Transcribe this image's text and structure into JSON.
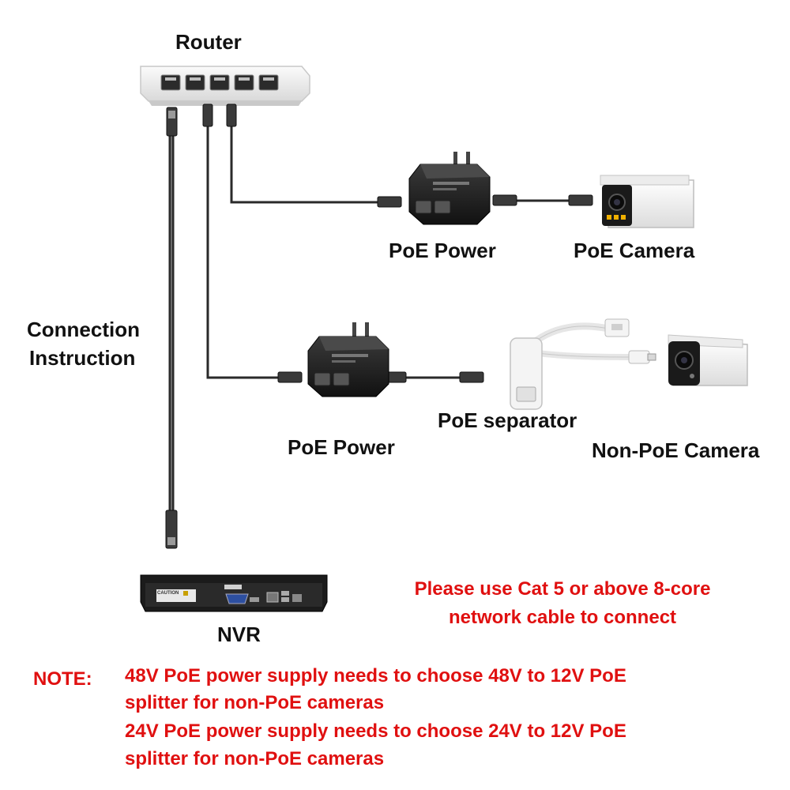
{
  "labels": {
    "router": "Router",
    "connection_line1": "Connection",
    "connection_line2": "Instruction",
    "poe_power_top": "PoE Power",
    "poe_camera": "PoE Camera",
    "poe_power_bottom": "PoE Power",
    "poe_separator": "PoE separator",
    "non_poe_camera": "Non-PoE Camera",
    "nvr": "NVR",
    "nvr_panel_caution": "CAUTION"
  },
  "cable_note": {
    "line1": "Please use Cat 5 or above 8-core",
    "line2": "network cable to connect"
  },
  "note": {
    "label": "NOTE:",
    "lines": [
      "48V PoE power supply needs to choose 48V to 12V PoE",
      "splitter for non-PoE cameras",
      "24V PoE power supply needs to choose 24V to 12V PoE",
      "splitter for non-PoE cameras"
    ]
  },
  "colors": {
    "note_red": "#e01010",
    "cable": "#2a2a2a",
    "device_black": "#1b1b1b",
    "router_body": "#f2f2f2",
    "camera_body": "#f6f6f6"
  }
}
